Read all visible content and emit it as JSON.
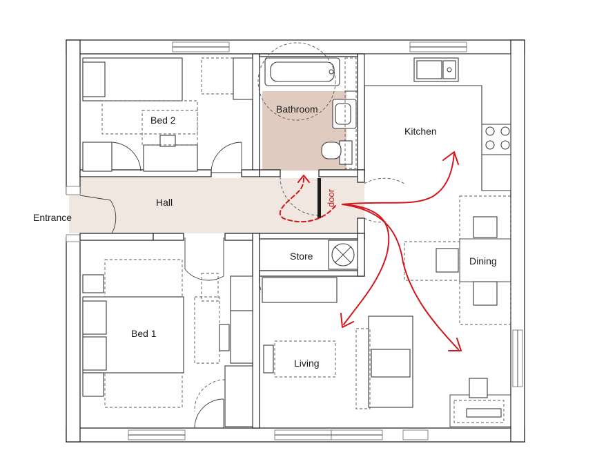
{
  "rooms": {
    "bed2": "Bed 2",
    "bathroom": "Bathroom",
    "kitchen": "Kitchen",
    "hall": "Hall",
    "entrance": "Entrance",
    "store": "Store",
    "dining": "Dining",
    "bed1": "Bed 1",
    "living": "Living"
  },
  "annotations": {
    "door": "door"
  },
  "colors": {
    "hall_fill": "#efe7e0",
    "bathroom_fill": "#dfcbbf",
    "arrow": "#d1161c",
    "wall": "#2a2a2a"
  }
}
